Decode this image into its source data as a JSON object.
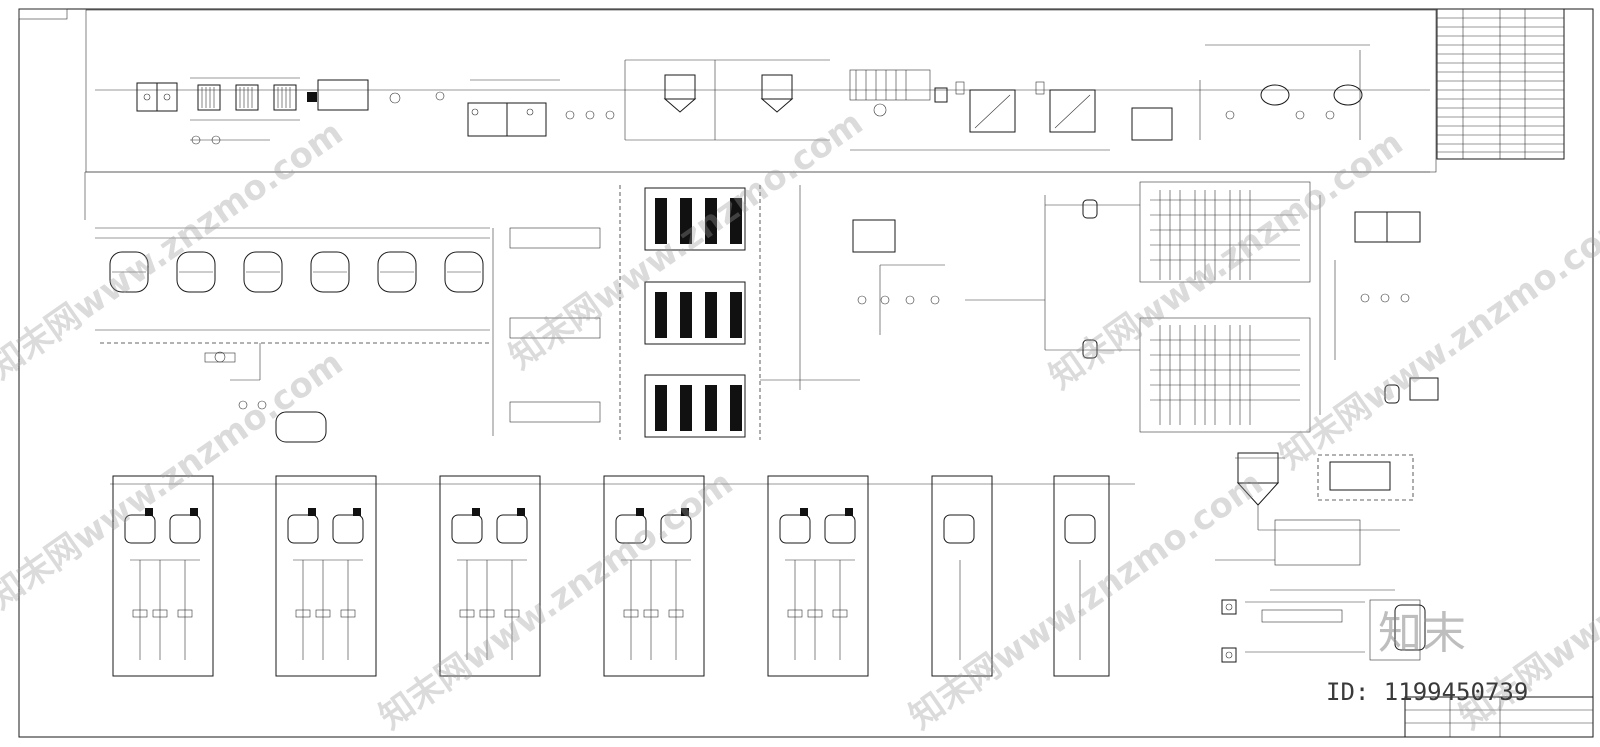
{
  "watermark": {
    "site_text": "知末网www.znzmo.com",
    "brand_text": "知末",
    "id_label": "ID: 1199450739"
  },
  "legend": {
    "rows": [
      {
        "symbol": "",
        "text": ""
      },
      {
        "symbol": "",
        "text": ""
      },
      {
        "symbol": "",
        "text": ""
      }
    ]
  },
  "colors": {
    "line": "#1a1a1a",
    "background": "#ffffff",
    "watermark": "#9a9a9a"
  }
}
